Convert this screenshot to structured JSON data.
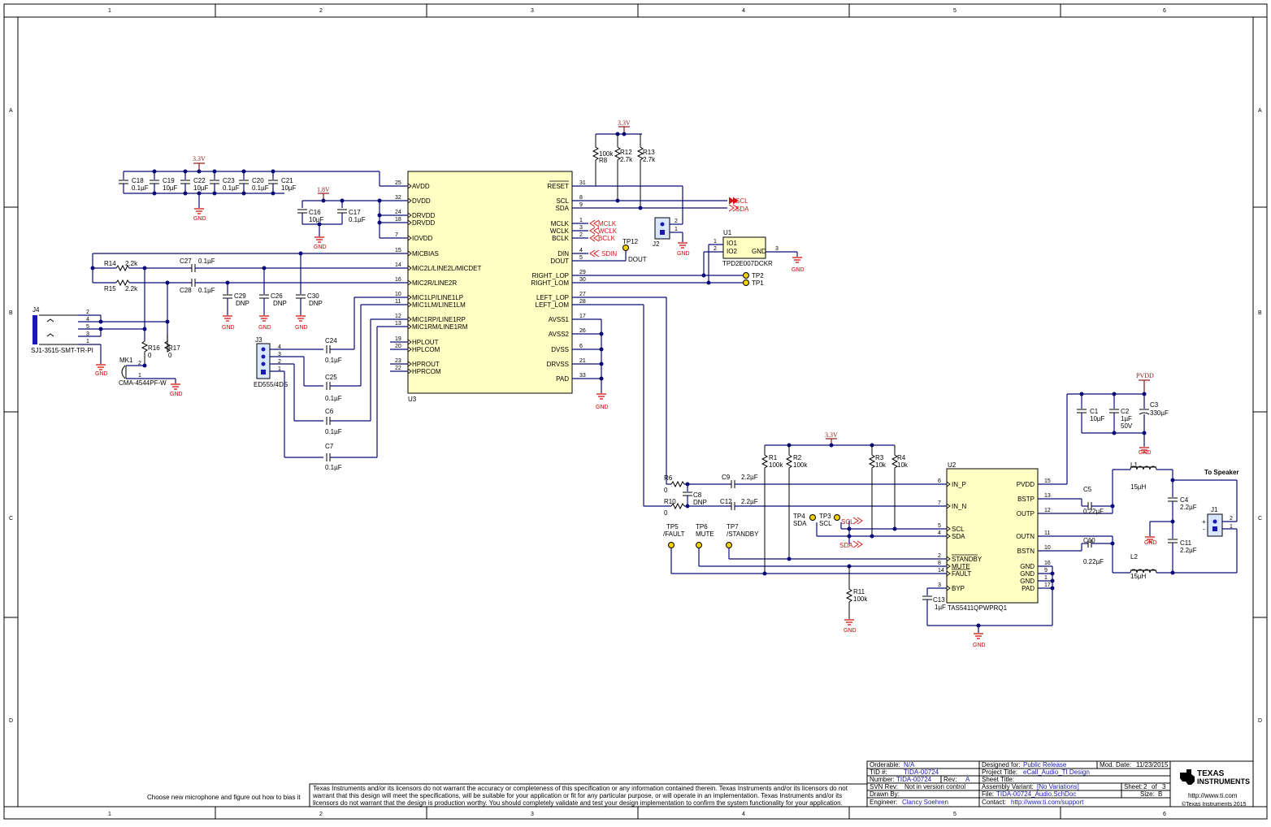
{
  "zones": {
    "columns": [
      "1",
      "2",
      "3",
      "4",
      "5",
      "6"
    ],
    "rows": [
      "A",
      "B",
      "C",
      "D"
    ]
  },
  "power": {
    "v33": "3.3V",
    "v18": "1.8V",
    "pvdd": "PVDD",
    "gnd": "GND"
  },
  "u3": {
    "ref": "U3",
    "left_pins": [
      {
        "num": "25",
        "name": "AVDD"
      },
      {
        "num": "32",
        "name": "DVDD"
      },
      {
        "num": "24",
        "name": "DRVDD"
      },
      {
        "num": "18",
        "name": "DRVDD"
      },
      {
        "num": "7",
        "name": "IOVDD"
      },
      {
        "num": "15",
        "name": "MICBIAS"
      },
      {
        "num": "14",
        "name": "MIC2L/LINE2L/MICDET"
      },
      {
        "num": "16",
        "name": "MIC2R/LINE2R"
      },
      {
        "num": "10",
        "name": "MIC1LP/LINE1LP"
      },
      {
        "num": "11",
        "name": "MIC1LM/LINE1LM"
      },
      {
        "num": "12",
        "name": "MIC1RP/LINE1RP"
      },
      {
        "num": "13",
        "name": "MIC1RM/LINE1RM"
      },
      {
        "num": "19",
        "name": "HPLOUT"
      },
      {
        "num": "20",
        "name": "HPLCOM"
      },
      {
        "num": "23",
        "name": "HPROUT"
      },
      {
        "num": "22",
        "name": "HPRCOM"
      }
    ],
    "right_pins": [
      {
        "num": "31",
        "name": "RESET"
      },
      {
        "num": "8",
        "name": "SCL"
      },
      {
        "num": "9",
        "name": "SDA"
      },
      {
        "num": "1",
        "name": "MCLK"
      },
      {
        "num": "3",
        "name": "WCLK"
      },
      {
        "num": "2",
        "name": "BCLK"
      },
      {
        "num": "4",
        "name": "DIN"
      },
      {
        "num": "5",
        "name": "DOUT"
      },
      {
        "num": "29",
        "name": "RIGHT_LOP"
      },
      {
        "num": "30",
        "name": "RIGHT_LOM"
      },
      {
        "num": "27",
        "name": "LEFT_LOP"
      },
      {
        "num": "28",
        "name": "LEFT_LOM"
      },
      {
        "num": "17",
        "name": "AVSS1"
      },
      {
        "num": "26",
        "name": "AVSS2"
      },
      {
        "num": "6",
        "name": "DVSS"
      },
      {
        "num": "21",
        "name": "DRVSS"
      },
      {
        "num": "33",
        "name": "PAD"
      }
    ]
  },
  "u2": {
    "ref": "U2",
    "part": "TAS5411QPWPRQ1",
    "left_pins": [
      {
        "num": "6",
        "name": "IN_P"
      },
      {
        "num": "7",
        "name": "IN_N"
      },
      {
        "num": "5",
        "name": "SCL"
      },
      {
        "num": "4",
        "name": "SDA"
      },
      {
        "num": "2",
        "name": "STANDBY"
      },
      {
        "num": "8",
        "name": "MUTE"
      },
      {
        "num": "14",
        "name": "FAULT"
      },
      {
        "num": "3",
        "name": "BYP"
      }
    ],
    "right_pins": [
      {
        "num": "15",
        "name": "PVDD"
      },
      {
        "num": "13",
        "name": "BSTP"
      },
      {
        "num": "12",
        "name": "OUTP"
      },
      {
        "num": "11",
        "name": "OUTN"
      },
      {
        "num": "10",
        "name": "BSTN"
      },
      {
        "num": "16",
        "name": "GND"
      },
      {
        "num": "9",
        "name": "GND"
      },
      {
        "num": "1",
        "name": "GND"
      },
      {
        "num": "17",
        "name": "PAD"
      }
    ]
  },
  "u1": {
    "ref": "U1",
    "part": "TPD2E007DCKR",
    "pins": {
      "io1": "IO1",
      "io2": "IO2",
      "gnd": "GND",
      "p1": "1",
      "p2": "2",
      "p3": "3"
    }
  },
  "nets": {
    "scl": "SCL",
    "sda": "SDA",
    "mclk": "MCLK",
    "wclk": "WCLK",
    "bclk": "BCLK",
    "sdin": "SDIN"
  },
  "caps_top": [
    {
      "ref": "C18",
      "val": "0.1µF"
    },
    {
      "ref": "C19",
      "val": "10µF"
    },
    {
      "ref": "C22",
      "val": "10µF"
    },
    {
      "ref": "C23",
      "val": "0.1µF"
    },
    {
      "ref": "C20",
      "val": "0.1µF"
    },
    {
      "ref": "C21",
      "val": "10µF"
    }
  ],
  "c16": {
    "ref": "C16",
    "val": "10µF"
  },
  "c17": {
    "ref": "C17",
    "val": "0.1µF"
  },
  "pullups": [
    {
      "ref": "R8",
      "val": "100k"
    },
    {
      "ref": "R12",
      "val": "2.7k"
    },
    {
      "ref": "R13",
      "val": "2.7k"
    }
  ],
  "j2": "J2",
  "j2p1": "1",
  "j2p2": "2",
  "tp12": {
    "ref": "TP12",
    "net": "DOUT"
  },
  "tp_out": [
    {
      "ref": "TP2"
    },
    {
      "ref": "TP1"
    }
  ],
  "mic": {
    "r14": {
      "ref": "R14",
      "val": "2.2k"
    },
    "r15": {
      "ref": "R15",
      "val": "2.2k"
    },
    "c27": {
      "ref": "C27",
      "val": "0.1µF"
    },
    "c28": {
      "ref": "C28",
      "val": "0.1µF"
    },
    "c29": {
      "ref": "C29",
      "val": "DNP"
    },
    "c26": {
      "ref": "C26",
      "val": "DNP"
    },
    "c30": {
      "ref": "C30",
      "val": "DNP"
    },
    "r16": {
      "ref": "R16",
      "val": "0"
    },
    "r17": {
      "ref": "R17",
      "val": "0"
    },
    "j4": {
      "ref": "J4",
      "part": "SJ1-3515-SMT-TR-PI"
    },
    "mk1": {
      "ref": "MK1",
      "part": "CMA-4544PF-W"
    },
    "j3": {
      "ref": "J3",
      "part": "ED555/4DS"
    }
  },
  "hp_caps": [
    {
      "ref": "C24",
      "val": "0.1µF"
    },
    {
      "ref": "C25",
      "val": "0.1µF"
    },
    {
      "ref": "C6",
      "val": "0.1µF"
    },
    {
      "ref": "C7",
      "val": "0.1µF"
    }
  ],
  "amp_in": {
    "r6": {
      "ref": "R6",
      "val": "0"
    },
    "r10": {
      "ref": "R10",
      "val": "0"
    },
    "c8": {
      "ref": "C8",
      "val": "DNP"
    },
    "c9": {
      "ref": "C9",
      "val": "2.2µF"
    },
    "c12": {
      "ref": "C12",
      "val": "2.2µF"
    }
  },
  "amp_pull": [
    {
      "ref": "R1",
      "val": "100k"
    },
    {
      "ref": "R2",
      "val": "100k"
    },
    {
      "ref": "R3",
      "val": "10k"
    },
    {
      "ref": "R4",
      "val": "10k"
    }
  ],
  "amp_tps": [
    {
      "ref": "TP5",
      "net": "/FAULT"
    },
    {
      "ref": "TP6",
      "net": "MUTE"
    },
    {
      "ref": "TP7",
      "net": "/STANDBY"
    },
    {
      "ref": "TP4",
      "net": "SDA"
    },
    {
      "ref": "TP3",
      "net": "SCL"
    }
  ],
  "r11": {
    "ref": "R11",
    "val": "100k"
  },
  "c13": {
    "ref": "C13",
    "val": "1µF"
  },
  "pvdd_caps": [
    {
      "ref": "C1",
      "val": "10µF"
    },
    {
      "ref": "C2",
      "val": "1µF"
    },
    {
      "ref": "C2v",
      "val": "50V"
    },
    {
      "ref": "C3",
      "val": "330µF"
    }
  ],
  "filter": {
    "l1": {
      "ref": "L1",
      "val": "15µH"
    },
    "l2": {
      "ref": "L2",
      "val": "15µH"
    },
    "c5": {
      "ref": "C5",
      "val": "0.22µF"
    },
    "c10": {
      "ref": "C10",
      "val": "0.22µF"
    },
    "c4": {
      "ref": "C4",
      "val": "2.2µF"
    },
    "c11": {
      "ref": "C11",
      "val": "2.2µF"
    }
  },
  "j1": {
    "ref": "J1",
    "title": "To Speaker",
    "p1": "1",
    "p2": "2"
  },
  "note": "Choose new microphone and figure out how to bias it",
  "disclaimer": [
    "Texas Instruments and/or its licensors do not warrant the accuracy or completeness of this specification or any information contained therein. Texas Instruments and/or its licensors do not",
    "warrant that this design will meet the specifications, will be suitable for your application or fit for any particular purpose, or will operate in an implementation. Texas Instruments and/or its",
    "licensors do not warrant that the design is production worthy. You should completely validate and test your design implementation to confirm the system functionality for your application."
  ],
  "title_block": {
    "orderable_l": "Orderable:",
    "orderable": "N/A",
    "tid_l": "TID #:",
    "tid": "TIDA-00724",
    "number_l": "Number:",
    "number": "TIDA-00724",
    "rev_l": "Rev:",
    "rev": "A",
    "svn_l": "SVN Rev:",
    "svn": "Not in version control",
    "drawn_l": "Drawn By:",
    "drawn": "",
    "engineer_l": "Engineer:",
    "engineer": "Clancy Soehren",
    "designed_l": "Designed for:",
    "designed": "Public Release",
    "moddate_l": "Mod. Date:",
    "moddate": "11/23/2015",
    "project_l": "Project Title:",
    "project": "eCall_Audio_TI Design",
    "sheettitle_l": "Sheet Title:",
    "sheettitle": "",
    "variant_l": "Assembly Variant:",
    "variant": "[No Variations]",
    "sheet_l": "Sheet:",
    "sheet": "2",
    "of": "of",
    "sheets": "3",
    "file_l": "File:",
    "file": "TIDA-00724_Audio.SchDoc",
    "size_l": "Size:",
    "size": "B",
    "contact_l": "Contact:",
    "contact": "http://www.ti.com/support",
    "ti_logo_1": "TEXAS",
    "ti_logo_2": "INSTRUMENTS",
    "url": "http://www.ti.com",
    "copyright": "©Texas Instruments   2015"
  }
}
